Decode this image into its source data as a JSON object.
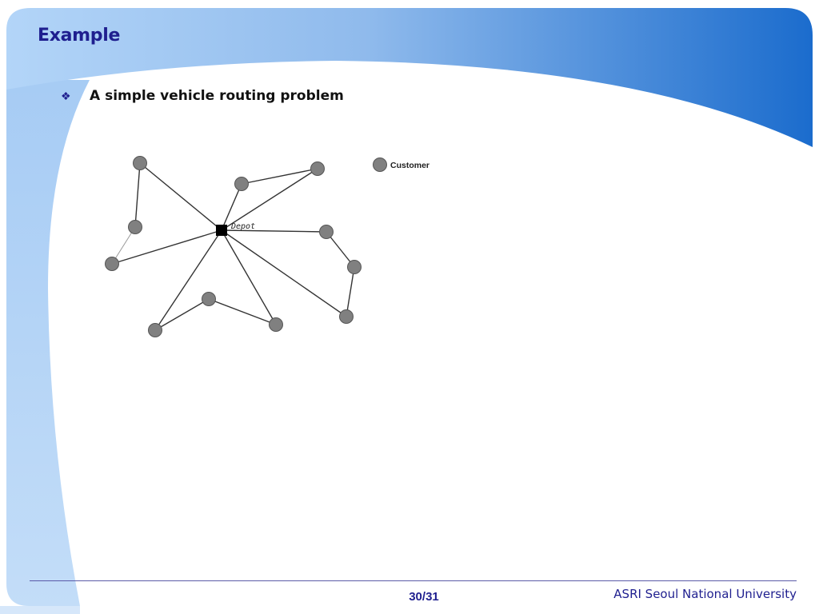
{
  "slide": {
    "title": "Example",
    "bullet": {
      "icon": "diamond-bullet-icon",
      "text": "A simple vehicle routing problem"
    },
    "footer": {
      "page_number": "30/31",
      "organization": "ASRI Seoul National University"
    },
    "colors": {
      "title": "#1f1f8f",
      "band_light": "#a9cdf6",
      "band_dark": "#1c6fd0",
      "node_fill": "#808080",
      "depot_fill": "#000000"
    }
  },
  "diagram": {
    "depot_label": "Depot",
    "legend_label": "Customer"
  }
}
